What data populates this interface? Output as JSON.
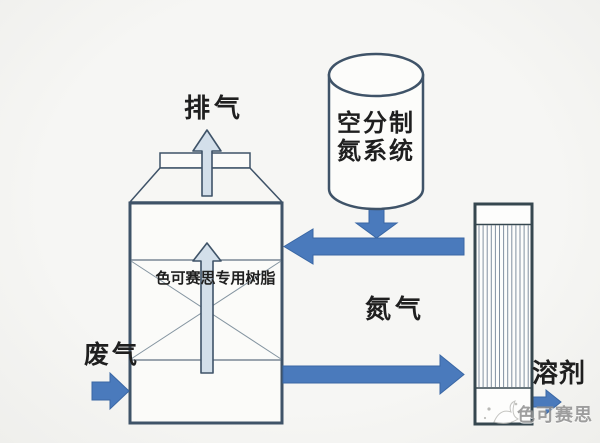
{
  "labels": {
    "exhaust": "排气",
    "nitrogen_system_line1": "空分制",
    "nitrogen_system_line2": "氮系统",
    "resin": "色可赛思专用树脂",
    "waste_gas": "废气",
    "nitrogen": "氮气",
    "solvent": "溶剂",
    "watermark": "色可赛思"
  },
  "colors": {
    "pipe_blue": "#4a7abc",
    "pipe_blue_edge": "#3a67a4",
    "light_arrow_fill": "#d3dfea",
    "outline_dark": "#3f5368",
    "column_outline": "#36474f",
    "hatch_line": "#8290a0",
    "vessel_fill": "#fbfbf9",
    "background": "#f3f3f0",
    "watermark_gray": "#8f8f8f"
  }
}
